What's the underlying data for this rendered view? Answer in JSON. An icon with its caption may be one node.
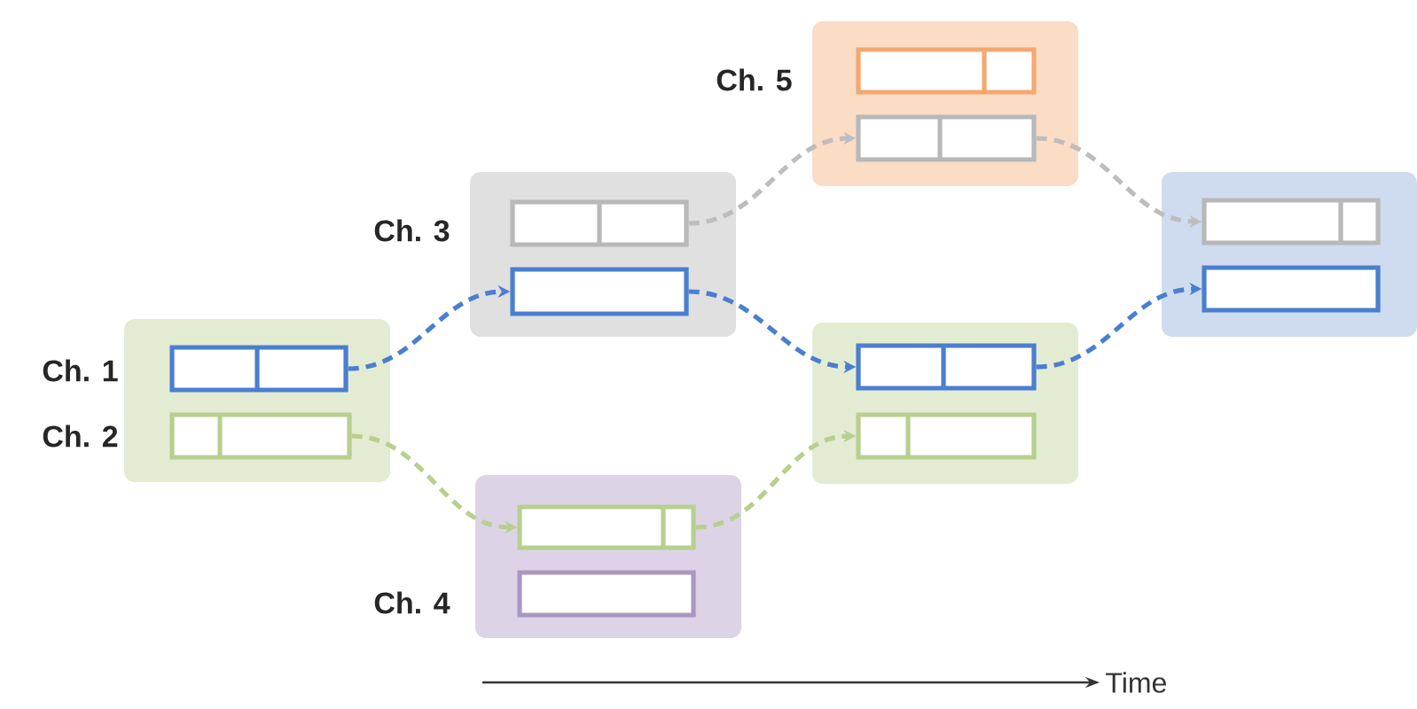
{
  "diagram": {
    "nodes": [
      {
        "text": [],
        "shape": "box"
      },
      {
        "text": [],
        "shape": "bar",
        "in": 0,
        "beside": [
          "Ch. 1"
        ]
      },
      {
        "text": [],
        "shape": "bar",
        "in": 0,
        "beside": [
          "Ch. 2"
        ]
      },
      {
        "text": [],
        "shape": "box"
      },
      {
        "text": [],
        "shape": "bar",
        "in": 3,
        "beside": [
          "Ch. 3"
        ]
      },
      {
        "text": [],
        "shape": "bar",
        "in": 3
      },
      {
        "text": [],
        "shape": "box"
      },
      {
        "text": [],
        "shape": "bar",
        "in": 6
      },
      {
        "text": [],
        "shape": "bar",
        "in": 6,
        "beside": [
          "Ch. 4"
        ]
      },
      {
        "text": [],
        "shape": "box"
      },
      {
        "text": [],
        "shape": "bar",
        "in": 9,
        "beside": [
          "Ch. 5"
        ]
      },
      {
        "text": [],
        "shape": "bar",
        "in": 9
      },
      {
        "text": [],
        "shape": "box"
      },
      {
        "text": [],
        "shape": "bar",
        "in": 12
      },
      {
        "text": [],
        "shape": "bar",
        "in": 12
      },
      {
        "text": [],
        "shape": "box"
      },
      {
        "text": [],
        "shape": "bar",
        "in": 15
      },
      {
        "text": [],
        "shape": "bar",
        "in": 15
      }
    ],
    "edges": [
      {
        "from": 1,
        "to": 5,
        "arrow": "to",
        "style": "dashed",
        "color": "#4a7fd0"
      },
      {
        "from": 2,
        "to": 7,
        "arrow": "to",
        "style": "dashed",
        "color": "#b8cf8f"
      },
      {
        "from": 4,
        "to": 11,
        "arrow": "to",
        "style": "dashed",
        "color": "#bdbdbd"
      },
      {
        "from": 5,
        "to": 13,
        "arrow": "to",
        "style": "dashed",
        "color": "#4a7fd0"
      },
      {
        "from": 7,
        "to": 14,
        "arrow": "to",
        "style": "dashed",
        "color": "#b8cf8f"
      },
      {
        "from": 11,
        "to": 16,
        "arrow": "to",
        "style": "dashed",
        "color": "#bdbdbd"
      },
      {
        "from": 13,
        "to": 17,
        "arrow": "to",
        "style": "dashed",
        "color": "#4a7fd0"
      }
    ],
    "labels": [
      "Time"
    ]
  }
}
